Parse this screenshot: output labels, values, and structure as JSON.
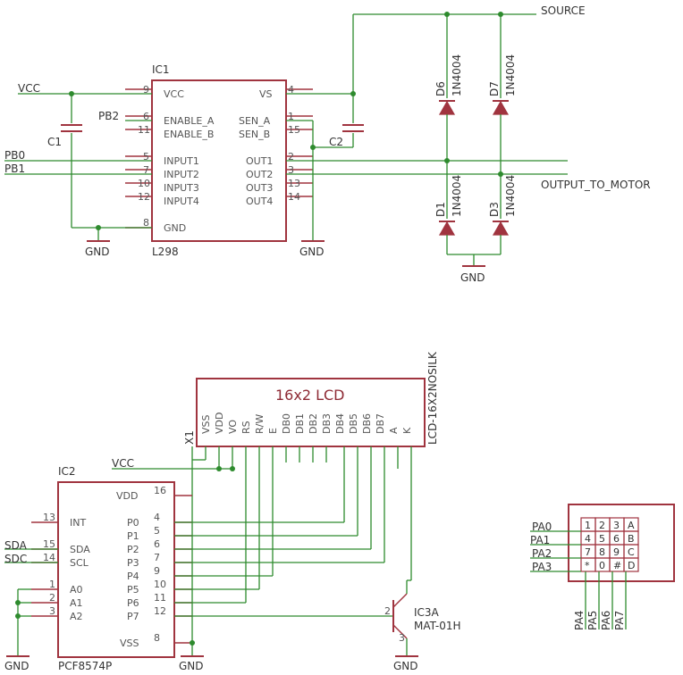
{
  "schematic": {
    "net_labels": {
      "vcc_top": "VCC",
      "pb0": "PB0",
      "pb1": "PB1",
      "pb2": "PB2",
      "source": "SOURCE",
      "output_to_motor": "OUTPUT_TO_MOTOR",
      "vcc_bottom": "VCC",
      "sda": "SDA",
      "sdc": "SDC",
      "pa0": "PA0",
      "pa1": "PA1",
      "pa2": "PA2",
      "pa3": "PA3",
      "pa4": "PA4",
      "pa5": "PA5",
      "pa6": "PA6",
      "pa7": "PA7"
    },
    "gnd_label": "GND",
    "ic1": {
      "name": "IC1",
      "value": "L298",
      "left_pins": [
        {
          "num": "9",
          "name": "VCC"
        },
        {
          "num": "6",
          "name": "ENABLE_A"
        },
        {
          "num": "11",
          "name": "ENABLE_B"
        },
        {
          "num": "5",
          "name": "INPUT1"
        },
        {
          "num": "7",
          "name": "INPUT2"
        },
        {
          "num": "10",
          "name": "INPUT3"
        },
        {
          "num": "12",
          "name": "INPUT4"
        },
        {
          "num": "8",
          "name": "GND"
        }
      ],
      "right_pins": [
        {
          "num": "4",
          "name": "VS"
        },
        {
          "num": "1",
          "name": "SEN_A"
        },
        {
          "num": "15",
          "name": "SEN_B"
        },
        {
          "num": "2",
          "name": "OUT1"
        },
        {
          "num": "3",
          "name": "OUT2"
        },
        {
          "num": "13",
          "name": "OUT3"
        },
        {
          "num": "14",
          "name": "OUT4"
        }
      ]
    },
    "capacitors": {
      "c1": "C1",
      "c2": "C2"
    },
    "diodes": {
      "d6": {
        "name": "D6",
        "value": "1N4004"
      },
      "d7": {
        "name": "D7",
        "value": "1N4004"
      },
      "d1": {
        "name": "D1",
        "value": "1N4004"
      },
      "d3": {
        "name": "D3",
        "value": "1N4004"
      }
    },
    "lcd": {
      "title": "16x2 LCD",
      "name": "X1",
      "value": "LCD-16X2NOSILK",
      "pins": [
        "VSS",
        "VDD",
        "VO",
        "RS",
        "R/W",
        "E",
        "DB0",
        "DB1",
        "DB2",
        "DB3",
        "DB4",
        "DB5",
        "DB6",
        "DB7",
        "A",
        "K"
      ]
    },
    "ic2": {
      "name": "IC2",
      "value": "PCF8574P",
      "left_pins": [
        {
          "num": "13",
          "name": "INT"
        },
        {
          "num": "15",
          "name": "SDA"
        },
        {
          "num": "14",
          "name": "SCL"
        },
        {
          "num": "1",
          "name": "A0"
        },
        {
          "num": "2",
          "name": "A1"
        },
        {
          "num": "3",
          "name": "A2"
        }
      ],
      "right_pins": [
        {
          "num": "16",
          "name": "VDD"
        },
        {
          "num": "4",
          "name": "P0"
        },
        {
          "num": "5",
          "name": "P1"
        },
        {
          "num": "6",
          "name": "P2"
        },
        {
          "num": "7",
          "name": "P3"
        },
        {
          "num": "9",
          "name": "P4"
        },
        {
          "num": "10",
          "name": "P5"
        },
        {
          "num": "11",
          "name": "P6"
        },
        {
          "num": "12",
          "name": "P7"
        },
        {
          "num": "8",
          "name": "VSS"
        }
      ]
    },
    "transistor": {
      "name": "IC3A",
      "value": "MAT-01H",
      "pins": [
        "2",
        "3"
      ]
    },
    "keypad": {
      "rows": [
        [
          "1",
          "2",
          "3",
          "A"
        ],
        [
          "4",
          "5",
          "6",
          "B"
        ],
        [
          "7",
          "8",
          "9",
          "C"
        ],
        [
          "*",
          "0",
          "#",
          "D"
        ]
      ]
    }
  }
}
